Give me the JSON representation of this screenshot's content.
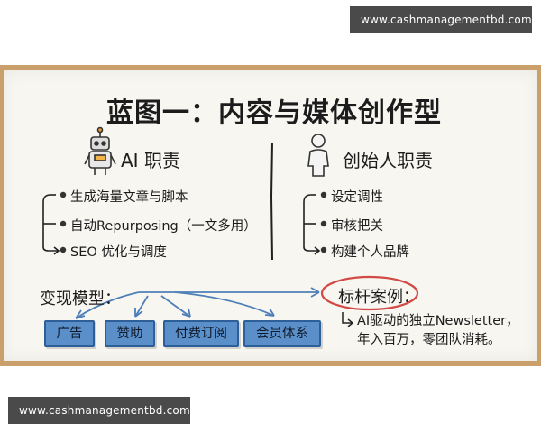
{
  "watermarks": {
    "top": "www.cashmanagementbd.com",
    "bottom": "www.cashmanagementbd.com"
  },
  "board": {
    "title": "蓝图一：内容与媒体创作型",
    "ai_column": {
      "heading": "AI 职责",
      "icon": "robot-icon",
      "items": [
        "生成海量文章与脚本",
        "自动Repurposing（一文多用）",
        "SEO 优化与调度"
      ]
    },
    "founder_column": {
      "heading": "创始人职责",
      "icon": "person-icon",
      "items": [
        "设定调性",
        "审核把关",
        "构建个人品牌"
      ]
    },
    "monetization": {
      "label": "变现模型：",
      "boxes": [
        "广告",
        "赞助",
        "付费订阅",
        "会员体系"
      ]
    },
    "benchmark": {
      "label": "标杆案例：",
      "lines": [
        "AI驱动的独立Newsletter，",
        "年入百万，零团队消耗。"
      ]
    },
    "colors": {
      "box_fill": "#5b8fc9",
      "arrow_blue": "#4f7fb8",
      "circle_red": "#d24a45",
      "frame": "#c9a06b"
    }
  }
}
